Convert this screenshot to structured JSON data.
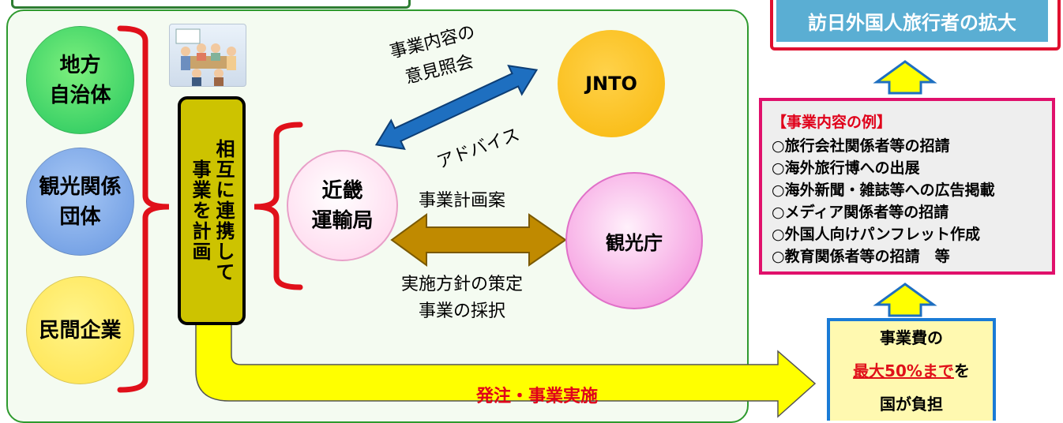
{
  "goal": {
    "label": "訪日外国人旅行者の拡大"
  },
  "actors": {
    "local_gov": "地方\n自治体",
    "tourism_org": "観光関係\n団体",
    "private_corp": "民間企業"
  },
  "plan_box": {
    "label": "相互に連携して\n事業を計画"
  },
  "kinki": {
    "label": "近畿\n運輸局"
  },
  "jnto": {
    "label": "JNTO"
  },
  "agency": {
    "label": "観光庁"
  },
  "jnto_flow": {
    "consult_label": "事業内容の\n意見照会",
    "advice_label": "アドバイス"
  },
  "agency_flow": {
    "proposal_label": "事業計画案",
    "decision_label": "実施方針の策定\n事業の採択"
  },
  "examples": {
    "heading": "【事業内容の例】",
    "items": [
      "○旅行会社関係者等の招請",
      "○海外旅行博への出展",
      "○海外新聞・雑誌等への広告掲載",
      "○メディア関係者等の招請",
      "○外国人向けパンフレット作成",
      "○教育関係者等の招請　等"
    ]
  },
  "cost": {
    "line1": "事業費の",
    "line2_highlight": "最大50%まで",
    "line2_rest": "を",
    "line3": "国が負担"
  },
  "flow_label": "発注・事業実施",
  "colors": {
    "frame_green": "#2e9a2e",
    "goal_red": "#e0102f",
    "goal_blue": "#5aaed3",
    "examples_border": "#e0106b",
    "cost_border": "#1a7bd6",
    "arrow_yellow": "#ffff00",
    "arrow_blue": "#1e6fc0",
    "arrow_gold": "#c08a00",
    "bracket_red": "#e0101a"
  }
}
